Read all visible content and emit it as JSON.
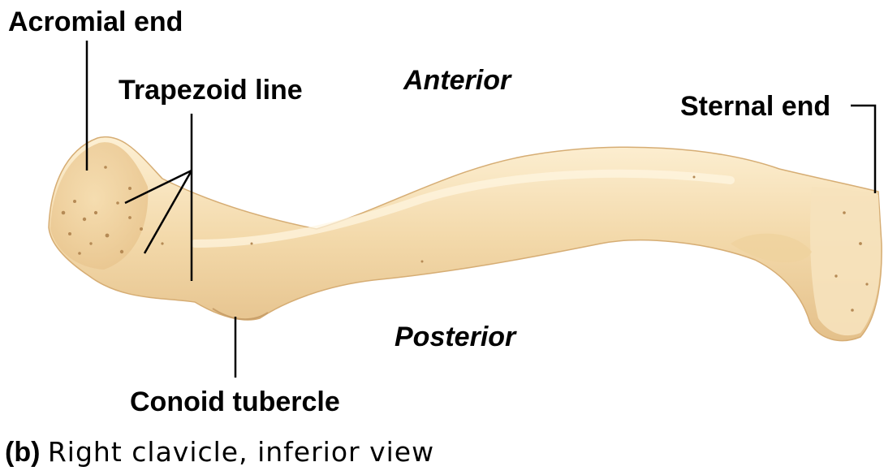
{
  "labels": {
    "acromial_end": "Acromial end",
    "trapezoid_line": "Trapezoid line",
    "anterior": "Anterior",
    "sternal_end": "Sternal end",
    "posterior": "Posterior",
    "conoid_tubercle": "Conoid tubercle"
  },
  "caption": {
    "tag": "(b)",
    "text": "Right clavicle, inferior view"
  },
  "colors": {
    "bone_light": "#fbeacb",
    "bone_mid": "#f1d4a2",
    "bone_shadow": "#d9b27a",
    "leader_lines": "#000000"
  }
}
